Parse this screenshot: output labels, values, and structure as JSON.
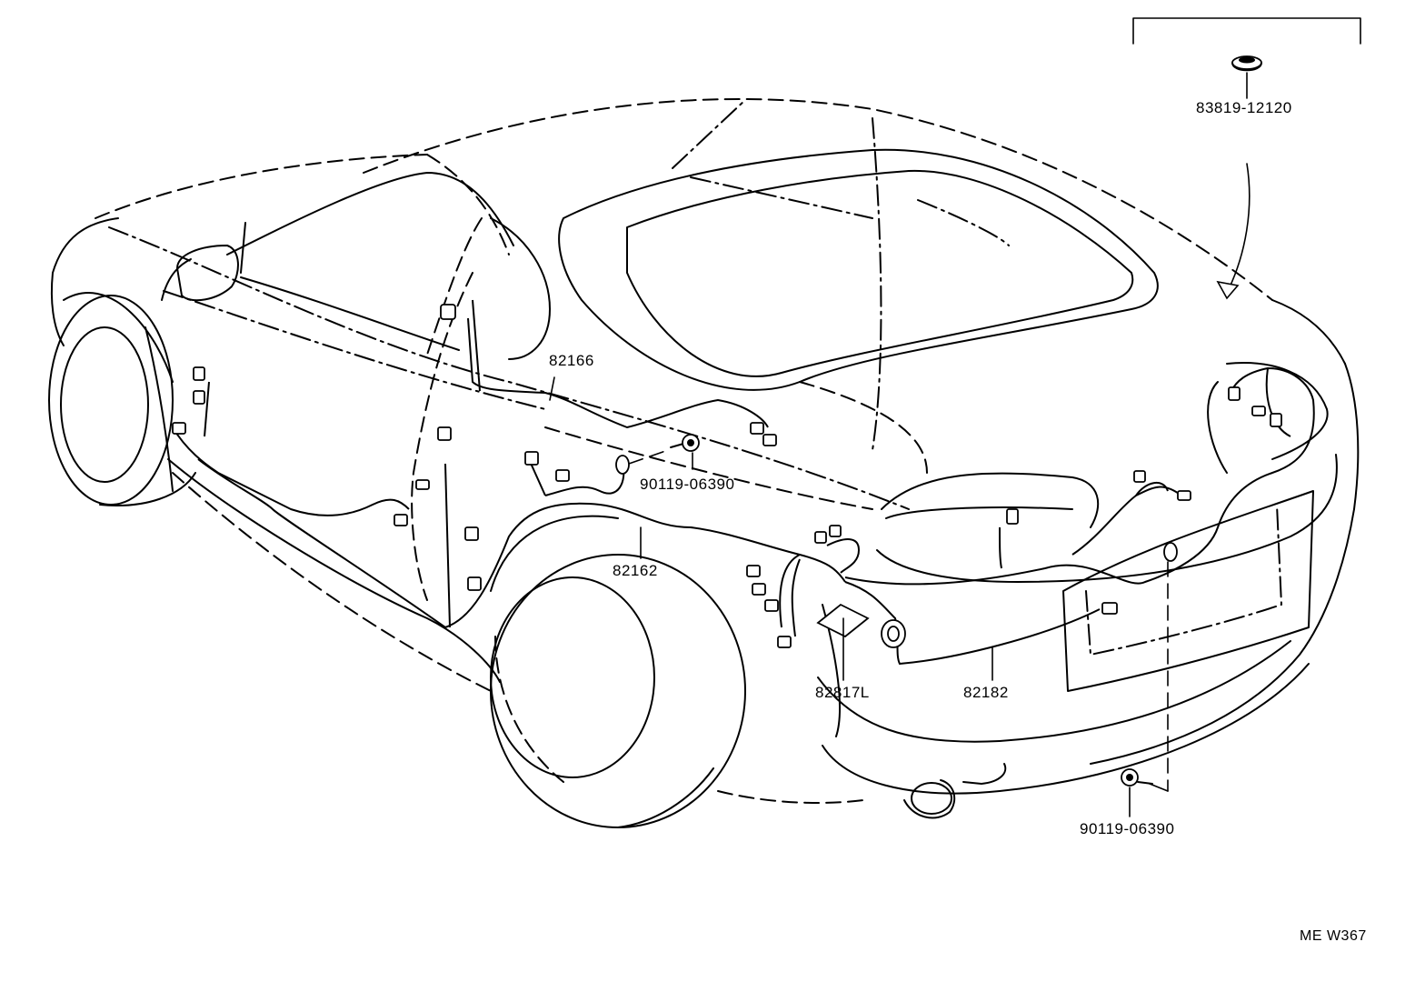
{
  "diagram_code": "ME W367",
  "parts": [
    {
      "id": "p1",
      "number": "83819-12120"
    },
    {
      "id": "p2",
      "number": "82166"
    },
    {
      "id": "p3",
      "number": "90119-06390"
    },
    {
      "id": "p4",
      "number": "82162"
    },
    {
      "id": "p5",
      "number": "82817L"
    },
    {
      "id": "p6",
      "number": "82182"
    },
    {
      "id": "p7",
      "number": "90119-06390"
    }
  ]
}
